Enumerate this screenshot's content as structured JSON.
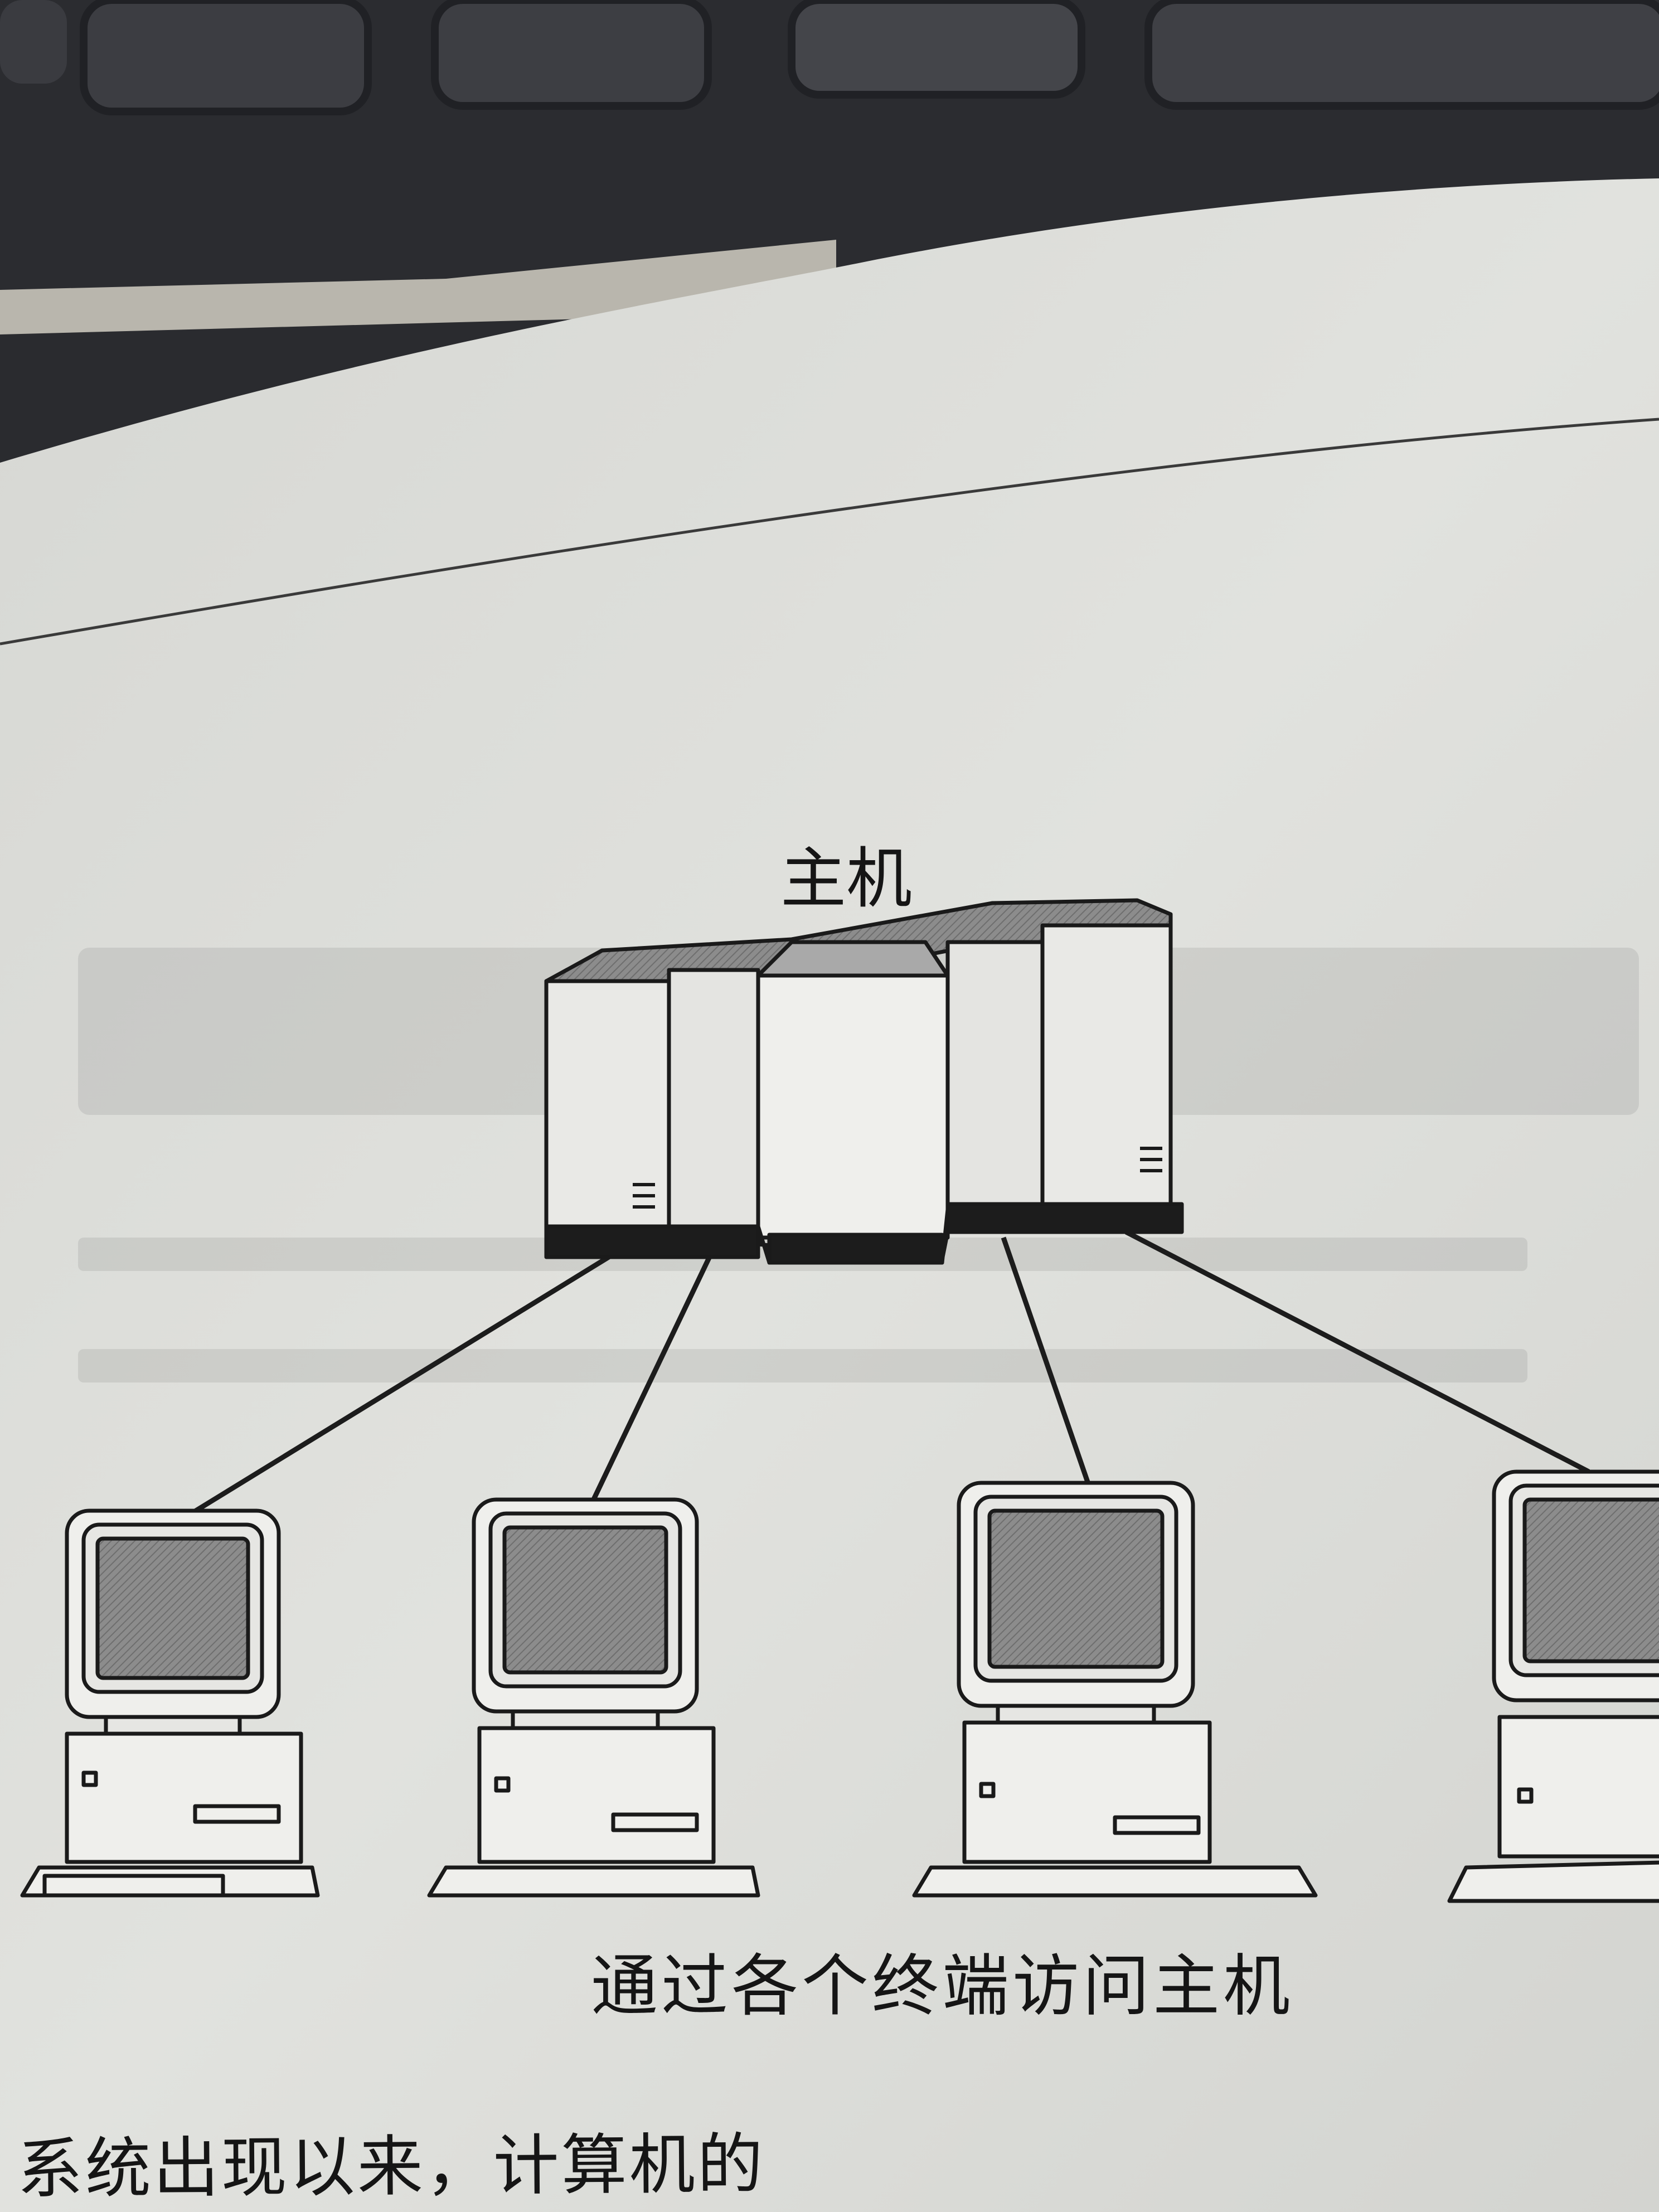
{
  "photo": {
    "subject": "printed textbook figure",
    "colors": {
      "paper": "#dfe0dc",
      "ink": "#1a1a1a",
      "keyboard": "#2f3035",
      "screen_fill": "#8a8a8a"
    }
  },
  "figure": {
    "mainframe_label": "主机",
    "caption": "通过各个终端访问主机",
    "terminal_count": 4
  },
  "page_text": {
    "partial_line": "系统出现以来，计算机的"
  }
}
